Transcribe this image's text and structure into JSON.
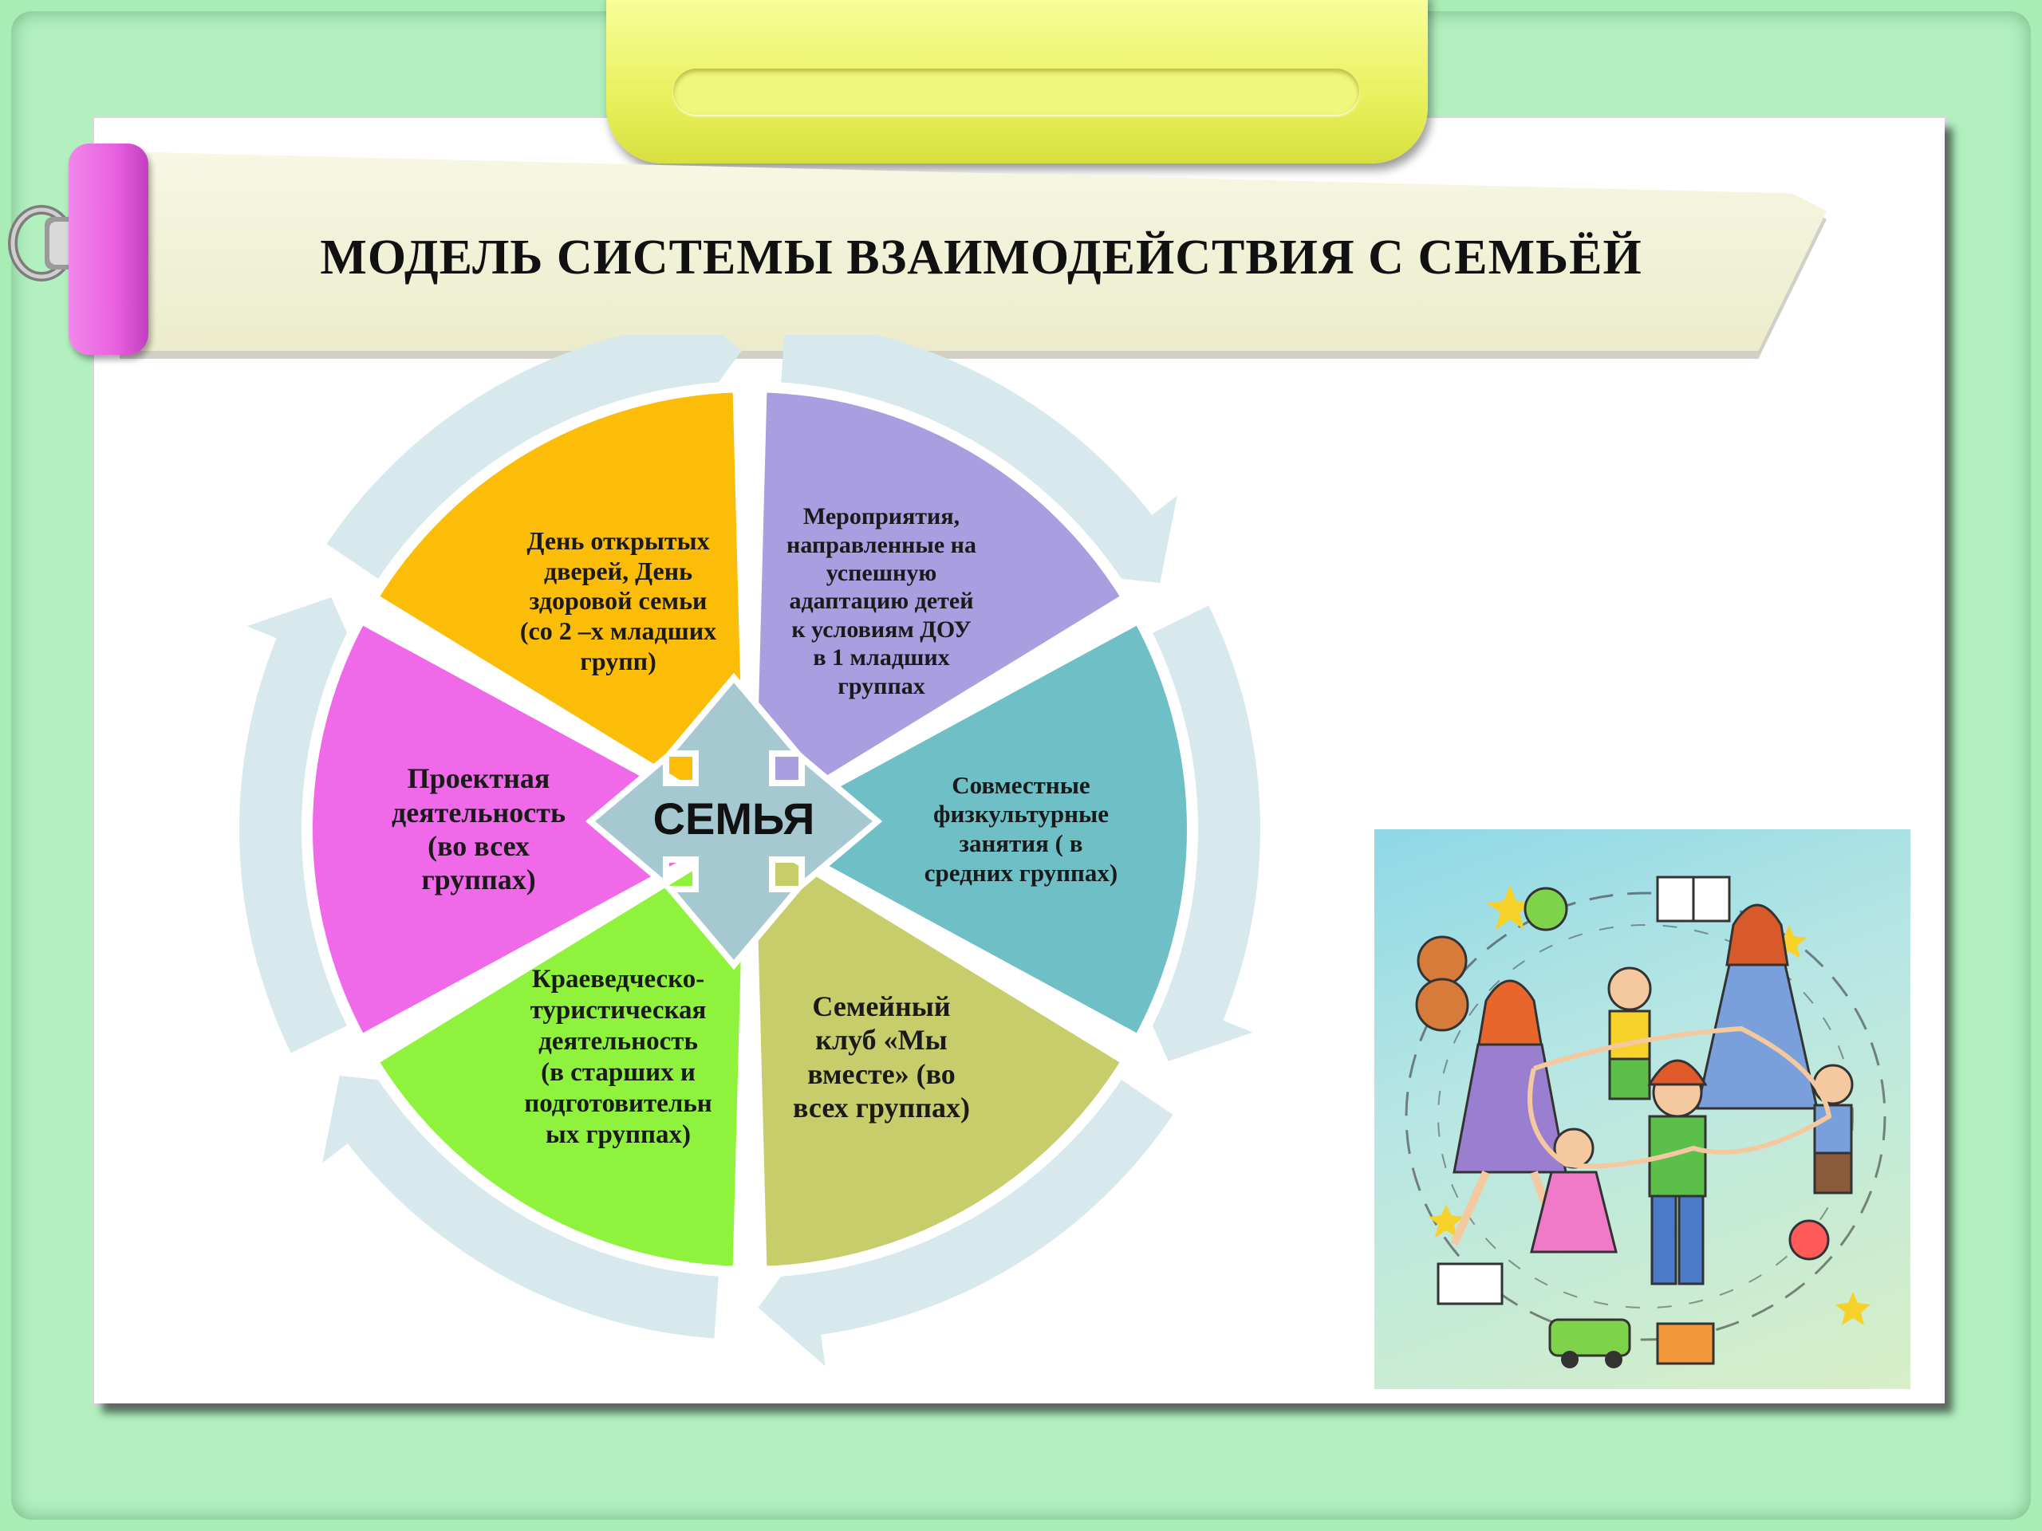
{
  "title": "МОДЕЛЬ  СИСТЕМЫ  ВЗАИМОДЕЙСТВИЯ С СЕМЬЁЙ",
  "center": "СЕМЬЯ",
  "segments": [
    {
      "text": "День открытых\nдверей, День\nздоровой семьи\n(со 2 –х младших\nгрупп)",
      "color": "#fbbd08"
    },
    {
      "text": "Мероприятия,\nнаправленные на\nуспешную\nадаптацию детей\nк условиям ДОУ\nв 1 младших\nгруппах",
      "color": "#a89ee0"
    },
    {
      "text": "Совместные\nфизкультурные\nзанятия ( в\nсредних группах)",
      "color": "#6fbfc7"
    },
    {
      "text": "Семейный\nклуб «Мы\nвместе»   (во\nвсех группах)",
      "color": "#c7cd6a"
    },
    {
      "text": "Краеведческо-\nтуристическая\nдеятельность\n(в старших и\nподготовительн\nых группах)",
      "color": "#8ff23c"
    },
    {
      "text": "Проектная\nдеятельность\n(во всех\nгруппах)",
      "color": "#f069e8"
    }
  ],
  "colors": {
    "ring": "#d7e9ec",
    "arrow": "#a6c8d0",
    "frame": "#a8ecb6"
  },
  "icons": [
    "binder-clip-icon",
    "family-dance-illustration"
  ]
}
